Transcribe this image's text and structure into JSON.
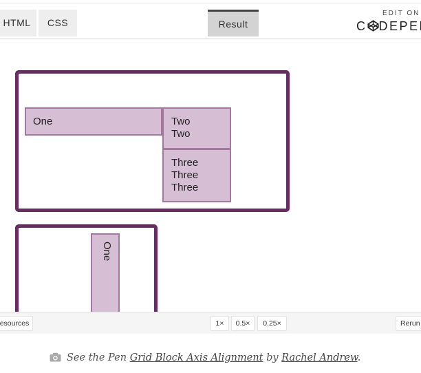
{
  "embed": {
    "tabs": {
      "html": "HTML",
      "css": "CSS",
      "result": "Result"
    },
    "codepen": {
      "edit_on": "EDIT ON",
      "logo_left": "C",
      "logo_right": "DEPEN"
    },
    "grid_one": {
      "item_one": "One",
      "item_two": [
        "Two",
        "Two"
      ],
      "item_three": [
        "Three",
        "Three",
        "Three"
      ]
    },
    "grid_two": {
      "item_one": "One"
    },
    "bottom": {
      "resources": "esources",
      "zoom_1x": "1×",
      "zoom_half": "0.5×",
      "zoom_quarter": "0.25×",
      "rerun": "Rerun"
    }
  },
  "caption": {
    "prefix": "See the Pen ",
    "pen_title": "Grid Block Axis Alignment",
    "by": " by ",
    "author": "Rachel Andrew",
    "suffix": "."
  },
  "colors": {
    "grid_border": "#662d62",
    "item_bg": "#d6bfd4",
    "item_border": "#a2799c"
  }
}
